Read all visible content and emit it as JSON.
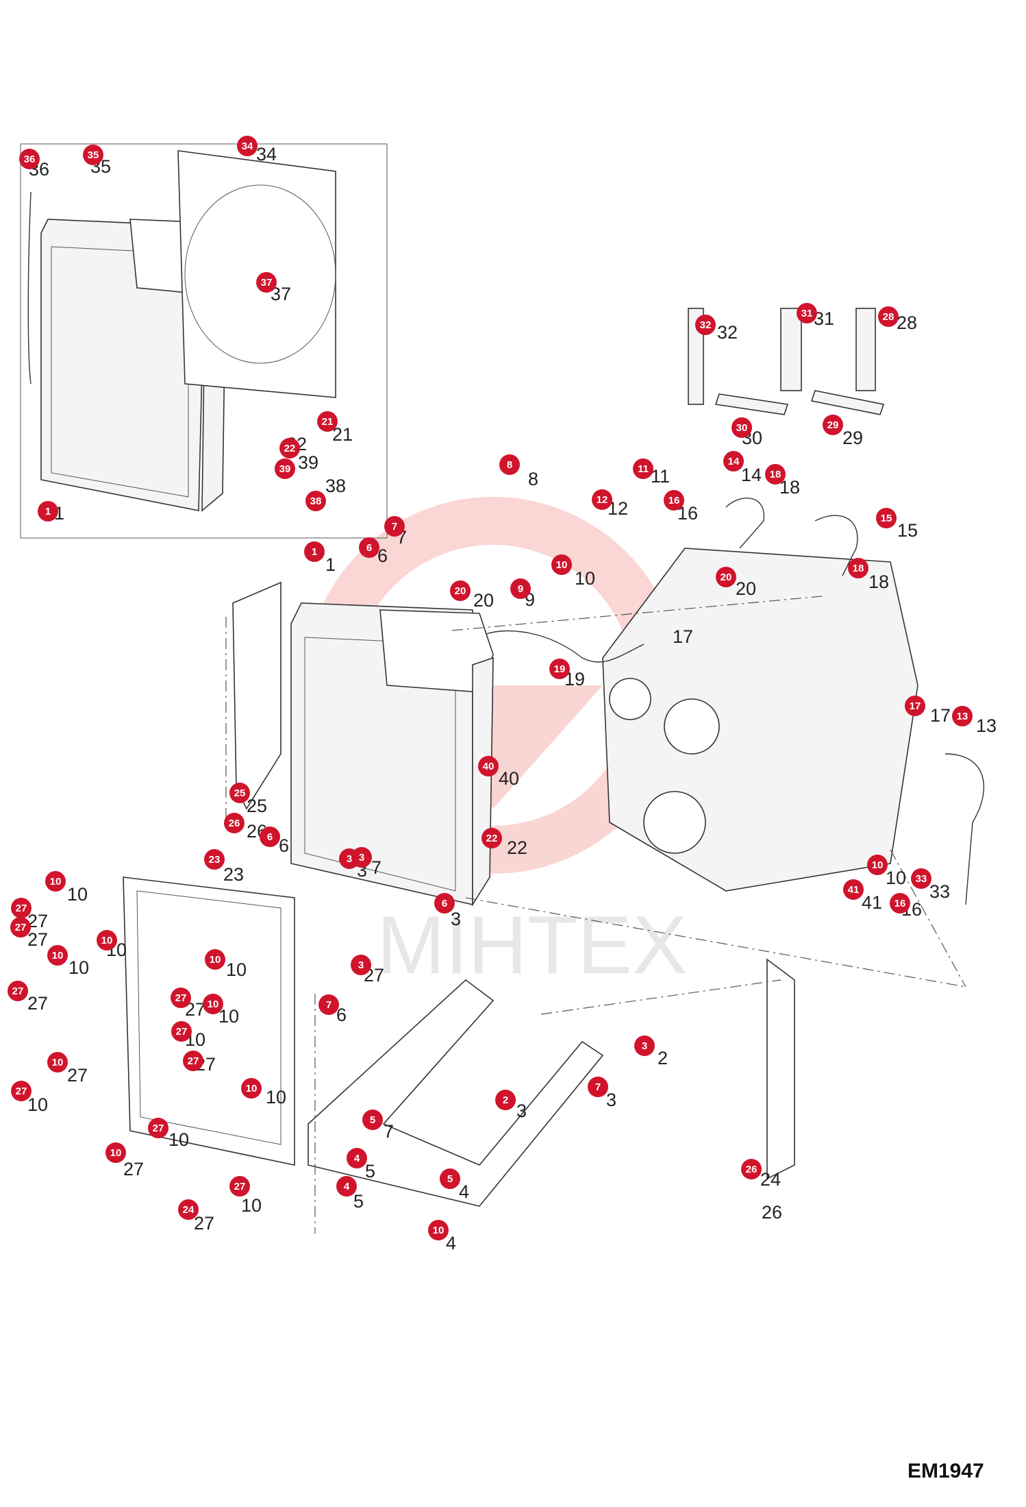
{
  "diagram_code": "EM1947",
  "watermark_text": "MIHTEX",
  "colors": {
    "callout_fill": "#d0142c",
    "callout_text": "#ffffff",
    "line": "#333333",
    "watermark": "#e8443a"
  },
  "callout_numbers": [
    "36",
    "35",
    "34",
    "37",
    "21",
    "22",
    "39",
    "38",
    "1",
    "32",
    "31",
    "28",
    "30",
    "29",
    "8",
    "11",
    "12",
    "14",
    "18",
    "16",
    "15",
    "7",
    "6",
    "1",
    "20",
    "9",
    "10",
    "20",
    "18",
    "19",
    "17",
    "13",
    "40",
    "25",
    "26",
    "6",
    "22",
    "3",
    "33",
    "10",
    "41",
    "16",
    "23",
    "10",
    "27",
    "27",
    "10",
    "10",
    "10",
    "27",
    "27",
    "10",
    "27",
    "27",
    "10",
    "10",
    "27",
    "3",
    "6",
    "7",
    "3",
    "2",
    "3",
    "7",
    "5",
    "4",
    "5",
    "4",
    "10",
    "27",
    "10",
    "27",
    "24",
    "26"
  ],
  "plain_labels": [
    "36",
    "35",
    "34",
    "37",
    "21",
    "22",
    "39",
    "38",
    "1",
    "32",
    "31",
    "28",
    "30",
    "29",
    "8",
    "11",
    "12",
    "14",
    "18",
    "16",
    "15",
    "7",
    "6",
    "1",
    "20",
    "9",
    "10",
    "20",
    "18",
    "19",
    "17",
    "17",
    "13",
    "40",
    "25",
    "26",
    "6",
    "22",
    "3",
    "33",
    "10",
    "41",
    "16",
    "23",
    "10",
    "27",
    "27",
    "10",
    "10",
    "10",
    "27",
    "27",
    "10",
    "10",
    "27",
    "27",
    "10",
    "10",
    "27",
    "3",
    "6",
    "7",
    "3",
    "2",
    "3",
    "7",
    "5",
    "4",
    "5",
    "4",
    "10",
    "27",
    "10",
    "27",
    "24",
    "26"
  ]
}
